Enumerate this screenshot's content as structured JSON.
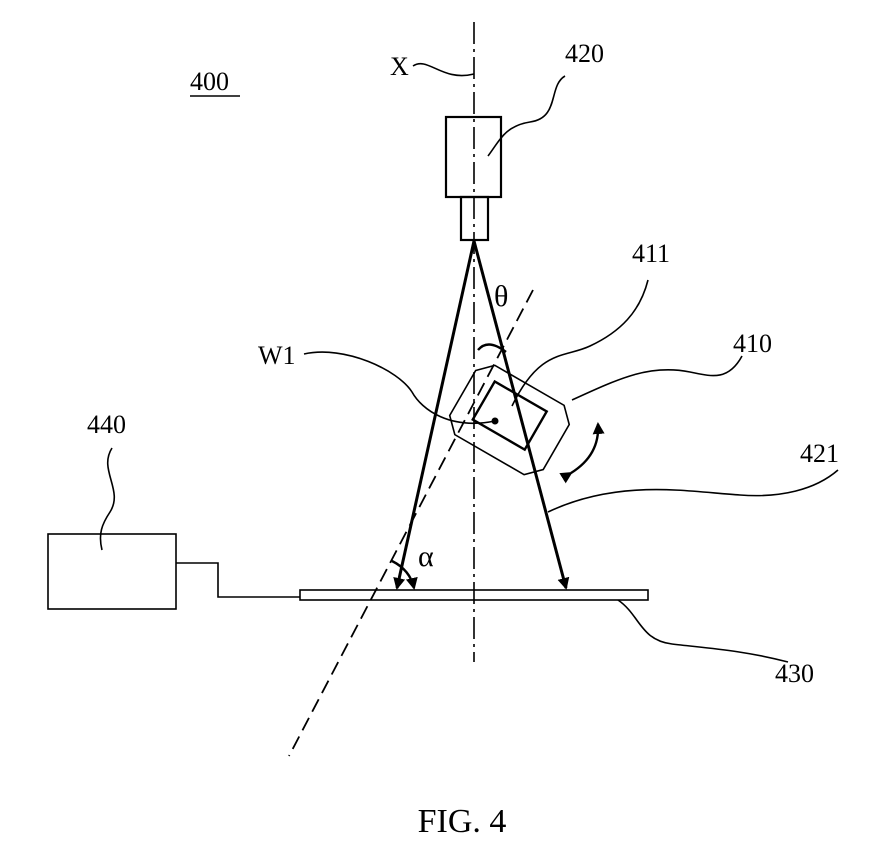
{
  "labels": {
    "system": "400",
    "axis": "X",
    "camera": "420",
    "holder": "410",
    "workpiece": "411",
    "point": "W1",
    "beam": "421",
    "stage": "430",
    "controller": "440",
    "theta": "θ",
    "alpha": "α"
  },
  "caption": "FIG. 4"
}
